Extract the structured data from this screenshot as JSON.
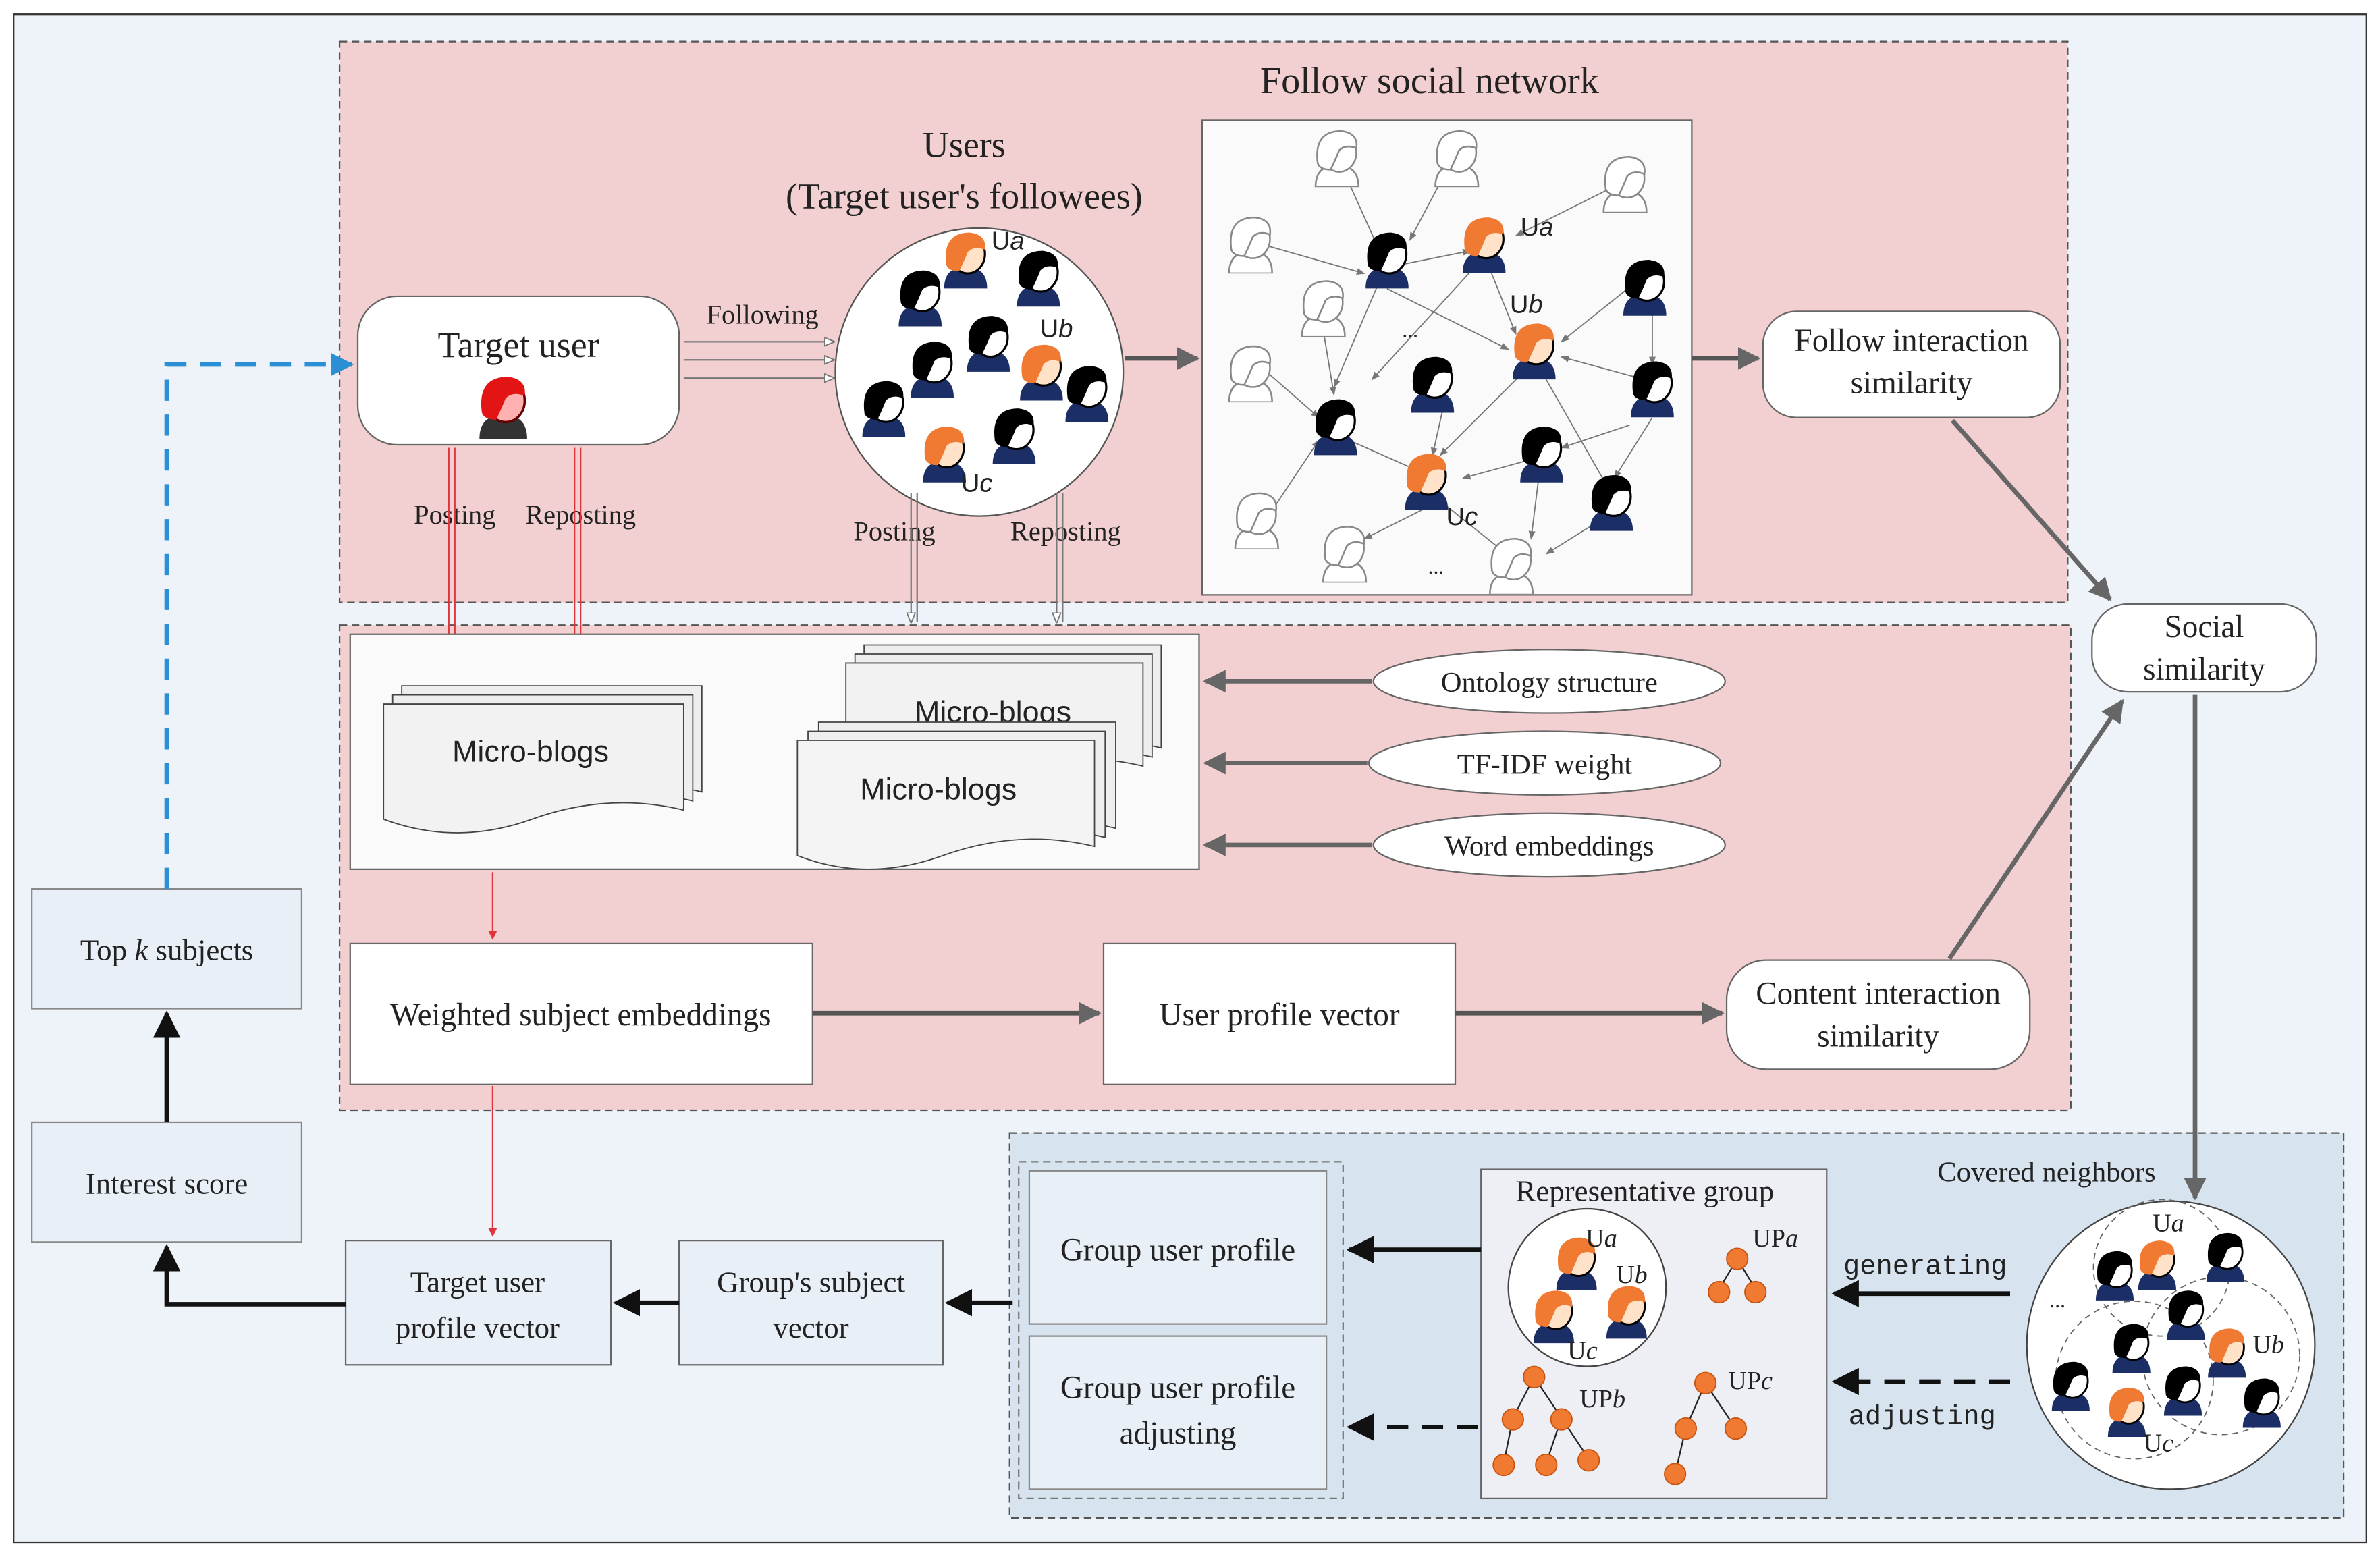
{
  "colors": {
    "outer_bg": "#edf3f9",
    "pink_region": "#f2cfd0",
    "blue_region": "#d7e4ef",
    "light_box": "#e8eff7",
    "orange_node": "#f07a32",
    "dark_arrow": "#111111",
    "gray_arrow": "#666666",
    "red_arrow": "#e0343a",
    "blue_dashed": "#2b8fd6"
  },
  "labels": {
    "follow_social_network": "Follow social network",
    "users_line1": "Users",
    "users_line2": "(Target user's followees)",
    "target_user": "Target user",
    "following": "Following",
    "posting_left": "Posting",
    "reposting_left": "Reposting",
    "posting_right": "Posting",
    "reposting_right": "Reposting",
    "follow_interaction_line1": "Follow interaction",
    "follow_interaction_line2": "similarity",
    "social_similarity_line1": "Social",
    "social_similarity_line2": "similarity",
    "micro_blogs_1": "Micro-blogs",
    "micro_blogs_2": "Micro-blogs",
    "micro_blogs_3": "Micro-blogs",
    "ontology_structure": "Ontology structure",
    "tfidf_weight": "TF-IDF weight",
    "word_embeddings": "Word embeddings",
    "weighted_subject_embeddings": "Weighted subject embeddings",
    "user_profile_vector": "User profile vector",
    "content_interaction_line1": "Content interaction",
    "content_interaction_line2": "similarity",
    "top_k_prefix": "Top ",
    "top_k_k": "k",
    "top_k_suffix": " subjects",
    "interest_score": "Interest score",
    "target_user_profile_line1": "Target user",
    "target_user_profile_line2": "profile vector",
    "group_subject_line1": "Group's subject",
    "group_subject_line2": "vector",
    "group_user_profile": "Group user profile",
    "group_adjusting_line1": "Group user profile",
    "group_adjusting_line2": "adjusting",
    "representative_group": "Representative group",
    "covered_neighbors": "Covered neighbors",
    "generating": "generating",
    "adjusting": "adjusting",
    "ellipsis": "..."
  },
  "user_labels": {
    "u": "U",
    "up": "UP",
    "a": "a",
    "b": "b",
    "c": "c"
  },
  "icons": {
    "user_black": "user-black-hair-icon",
    "user_orange": "user-orange-hair-icon",
    "user_outline": "user-outline-icon",
    "user_red": "target-user-red-icon",
    "tree": "profile-tree-icon"
  }
}
